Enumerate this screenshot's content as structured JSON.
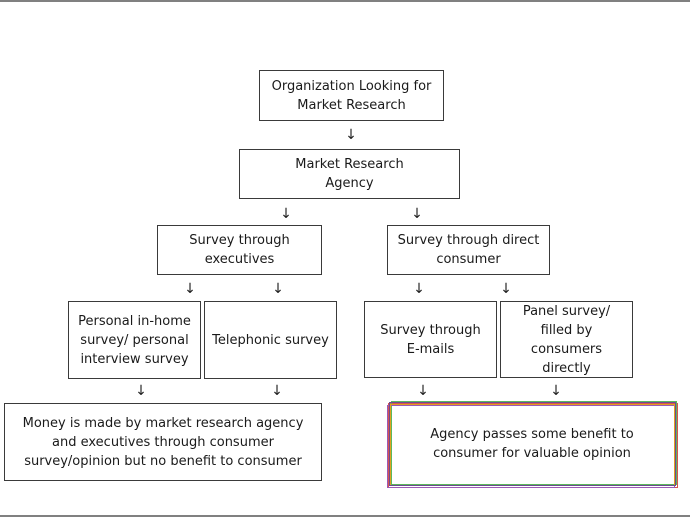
{
  "diagram": {
    "nodes": {
      "organization": "Organization Looking for Market Research",
      "agency": "Market Research Agency",
      "survey_executives": "Survey through executives",
      "survey_direct": "Survey through direct consumer",
      "personal_inhome": "Personal in-home survey/ personal interview survey",
      "telephonic": "Telephonic survey",
      "emails": "Survey through E-mails",
      "panel": "Panel survey/ filled by consumers directly",
      "money_made": "Money is made by market research agency and executives through consumer survey/opinion but no benefit to consumer",
      "agency_passes": "Agency passes some benefit to consumer for valuable opinion"
    },
    "colors": {
      "highlight_borders": [
        "#d9534f",
        "#5cb85c",
        "#9b59b6",
        "#e0a020",
        "#6d4c8f"
      ]
    }
  }
}
